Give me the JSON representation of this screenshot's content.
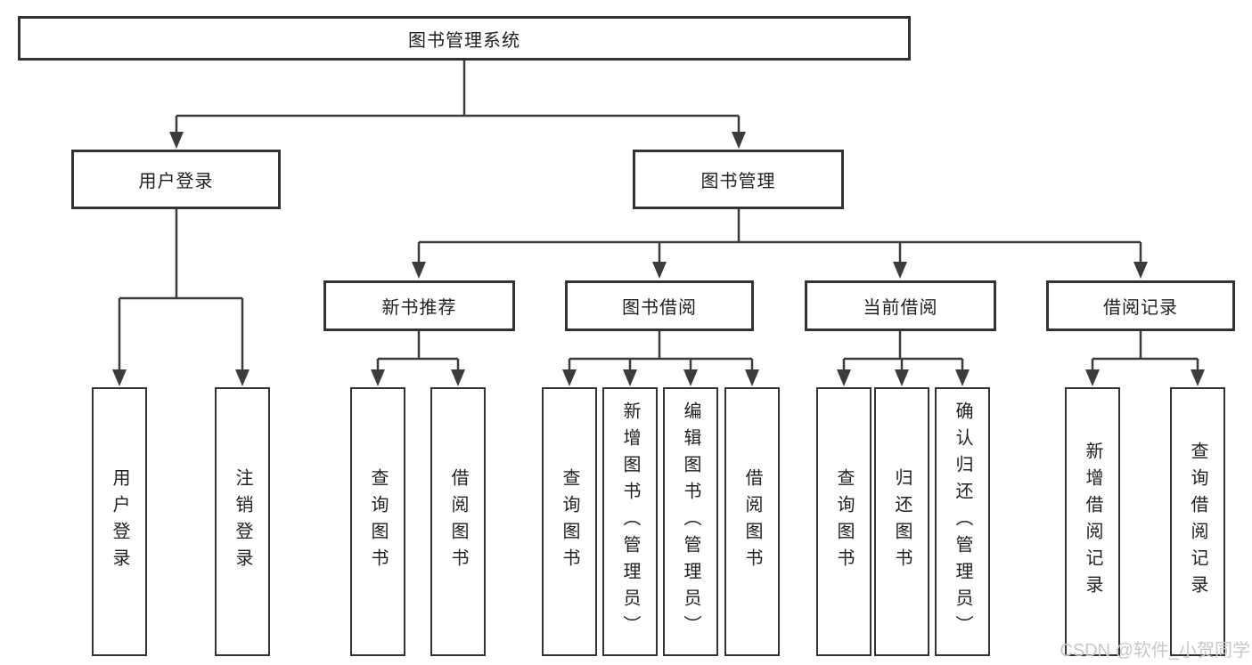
{
  "colors": {
    "line": "#3b3b3b",
    "border": "#333333",
    "text": "#1f1f1f",
    "watermark": "#c8c8c8",
    "background": "#ffffff"
  },
  "watermark": "CSDN @软件_小贺同学",
  "tree": {
    "root": {
      "label": "图书管理系统"
    },
    "branches": [
      {
        "label": "用户登录",
        "children": [
          {
            "label": "用户登录"
          },
          {
            "label": "注销登录"
          }
        ]
      },
      {
        "label": "图书管理",
        "children": [
          {
            "label": "新书推荐",
            "children": [
              {
                "label": "查询图书"
              },
              {
                "label": "借阅图书"
              }
            ]
          },
          {
            "label": "图书借阅",
            "children": [
              {
                "label": "查询图书"
              },
              {
                "label": "新增图书（管理员）"
              },
              {
                "label": "编辑图书（管理员）"
              },
              {
                "label": "借阅图书"
              }
            ]
          },
          {
            "label": "当前借阅",
            "children": [
              {
                "label": "查询图书"
              },
              {
                "label": "归还图书"
              },
              {
                "label": "确认归还（管理员）"
              }
            ]
          },
          {
            "label": "借阅记录",
            "children": [
              {
                "label": "新增借阅记录"
              },
              {
                "label": "查询借阅记录"
              }
            ]
          }
        ]
      }
    ]
  }
}
